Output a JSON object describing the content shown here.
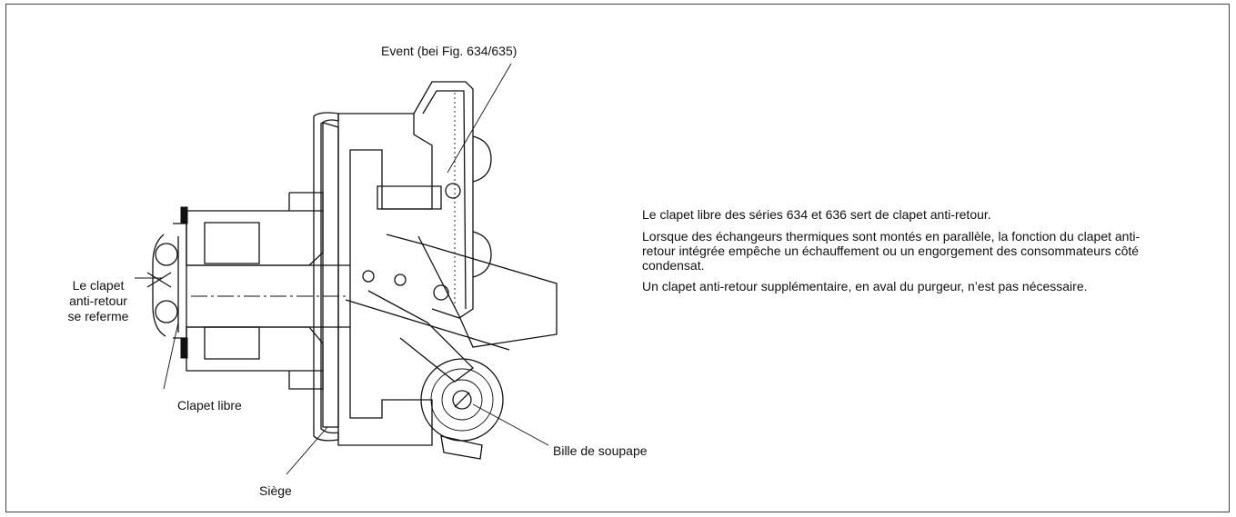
{
  "callouts": {
    "event": "Event (bei Fig. 634/635)",
    "check_valve_line1": "Le clapet",
    "check_valve_line2": "anti-retour",
    "check_valve_line3": "se referme",
    "free_float": "Clapet libre",
    "seat": "Siège",
    "valve_ball": "Bille de soupape"
  },
  "description": {
    "p1": "Le clapet libre des séries 634 et 636 sert de clapet anti-retour.",
    "p2_line1": "Lorsque des échangeurs thermiques sont montés en parallèle, la fonction du clapet anti-",
    "p2_line2": "retour intégrée empêche un échauffement ou un engorgement des consommateurs côté",
    "p2_line3": "condensat.",
    "p3": "Un clapet anti-retour supplémentaire, en aval du purgeur, n’est pas nécessaire."
  }
}
